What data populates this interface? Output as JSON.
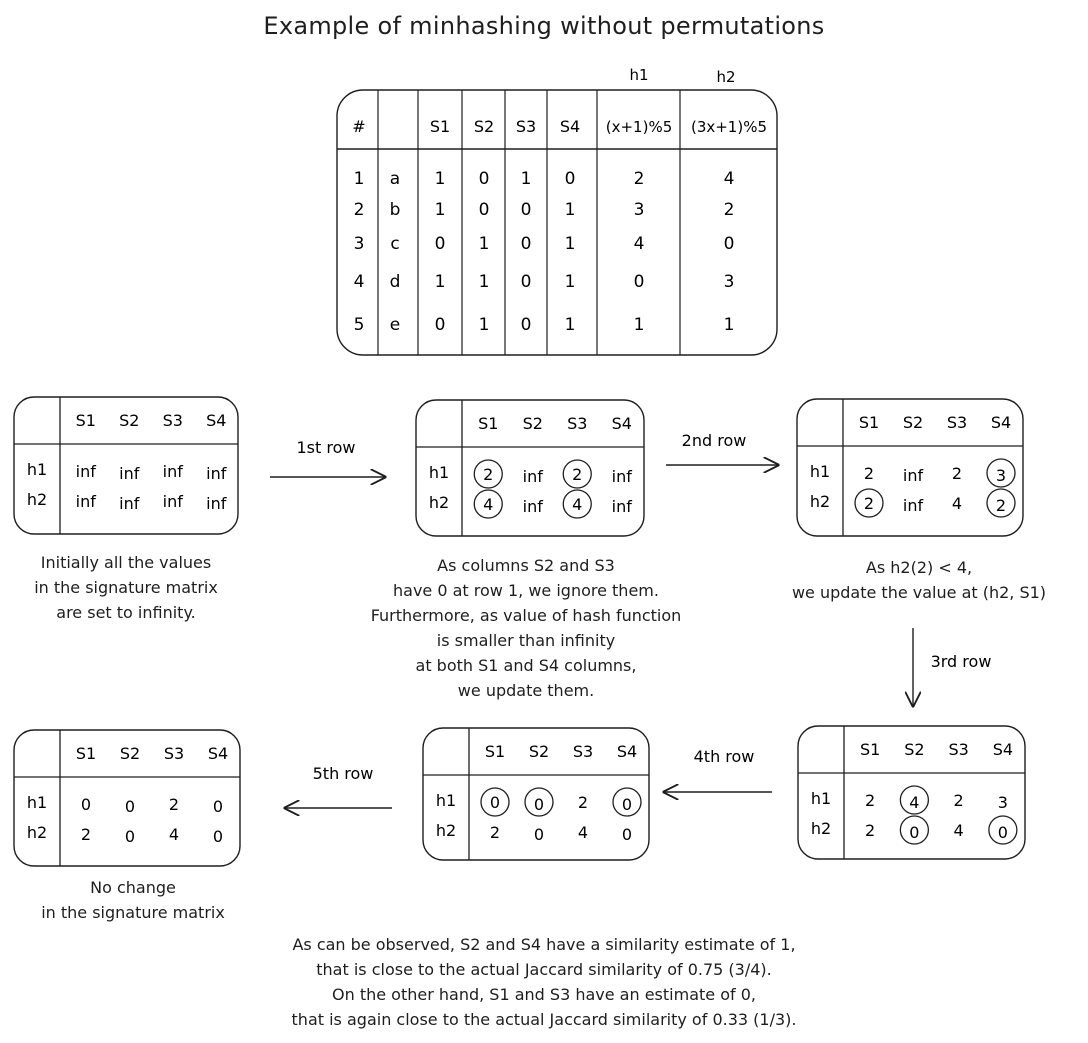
{
  "title": "Example of minhashing without permutations",
  "data_table": {
    "hash_labels": [
      "h1",
      "h2"
    ],
    "headers": [
      "#",
      "",
      "S1",
      "S2",
      "S3",
      "S4",
      "(x+1)%5",
      "(3x+1)%5"
    ],
    "rows": [
      [
        "1",
        "a",
        "1",
        "0",
        "1",
        "0",
        "2",
        "4"
      ],
      [
        "2",
        "b",
        "1",
        "0",
        "0",
        "1",
        "3",
        "2"
      ],
      [
        "3",
        "c",
        "0",
        "1",
        "0",
        "1",
        "4",
        "0"
      ],
      [
        "4",
        "d",
        "1",
        "1",
        "0",
        "1",
        "0",
        "3"
      ],
      [
        "5",
        "e",
        "0",
        "1",
        "0",
        "1",
        "1",
        "1"
      ]
    ]
  },
  "matrices": [
    {
      "cols": [
        "S1",
        "S2",
        "S3",
        "S4"
      ],
      "rows": [
        {
          "label": "h1",
          "values": [
            "inf",
            "inf",
            "inf",
            "inf"
          ]
        },
        {
          "label": "h2",
          "values": [
            "inf",
            "inf",
            "inf",
            "inf"
          ]
        }
      ],
      "circled": []
    },
    {
      "cols": [
        "S1",
        "S2",
        "S3",
        "S4"
      ],
      "rows": [
        {
          "label": "h1",
          "values": [
            "2",
            "inf",
            "2",
            "inf"
          ]
        },
        {
          "label": "h2",
          "values": [
            "4",
            "inf",
            "4",
            "inf"
          ]
        }
      ],
      "circled": [
        [
          0,
          0
        ],
        [
          0,
          2
        ],
        [
          1,
          0
        ],
        [
          1,
          2
        ]
      ]
    },
    {
      "cols": [
        "S1",
        "S2",
        "S3",
        "S4"
      ],
      "rows": [
        {
          "label": "h1",
          "values": [
            "2",
            "inf",
            "2",
            "3"
          ]
        },
        {
          "label": "h2",
          "values": [
            "2",
            "inf",
            "4",
            "2"
          ]
        }
      ],
      "circled": [
        [
          0,
          3
        ],
        [
          1,
          0
        ],
        [
          1,
          3
        ]
      ]
    },
    {
      "cols": [
        "S1",
        "S2",
        "S3",
        "S4"
      ],
      "rows": [
        {
          "label": "h1",
          "values": [
            "2",
            "4",
            "2",
            "3"
          ]
        },
        {
          "label": "h2",
          "values": [
            "2",
            "0",
            "4",
            "0"
          ]
        }
      ],
      "circled": [
        [
          0,
          1
        ],
        [
          1,
          1
        ],
        [
          1,
          3
        ]
      ]
    },
    {
      "cols": [
        "S1",
        "S2",
        "S3",
        "S4"
      ],
      "rows": [
        {
          "label": "h1",
          "values": [
            "0",
            "0",
            "2",
            "0"
          ]
        },
        {
          "label": "h2",
          "values": [
            "2",
            "0",
            "4",
            "0"
          ]
        }
      ],
      "circled": [
        [
          0,
          0
        ],
        [
          0,
          1
        ],
        [
          0,
          3
        ]
      ]
    },
    {
      "cols": [
        "S1",
        "S2",
        "S3",
        "S4"
      ],
      "rows": [
        {
          "label": "h1",
          "values": [
            "0",
            "0",
            "2",
            "0"
          ]
        },
        {
          "label": "h2",
          "values": [
            "2",
            "0",
            "4",
            "0"
          ]
        }
      ],
      "circled": []
    }
  ],
  "arrows": [
    "1st row",
    "2nd row",
    "3rd row",
    "4th row",
    "5th row"
  ],
  "captions": {
    "initial": [
      "Initially all the values",
      "in the signature matrix",
      "are set to infinity."
    ],
    "after_row1": [
      "As columns S2 and S3",
      "have 0 at row 1, we ignore them.",
      "Furthermore, as value of hash function",
      "is smaller than infinity",
      "at both S1 and S4 columns,",
      "we update them."
    ],
    "after_row2": [
      "As h2(2) < 4,",
      "we update the value at (h2, S1)"
    ],
    "after_row5": [
      "No change",
      "in the signature matrix"
    ],
    "conclusion": [
      "As can be observed, S2 and S4 have a similarity estimate of 1,",
      "that is close to the actual Jaccard similarity of 0.75 (3/4).",
      "On the other hand, S1 and S3 have an estimate of 0,",
      "that is again close to the actual Jaccard similarity of 0.33 (1/3)."
    ]
  }
}
